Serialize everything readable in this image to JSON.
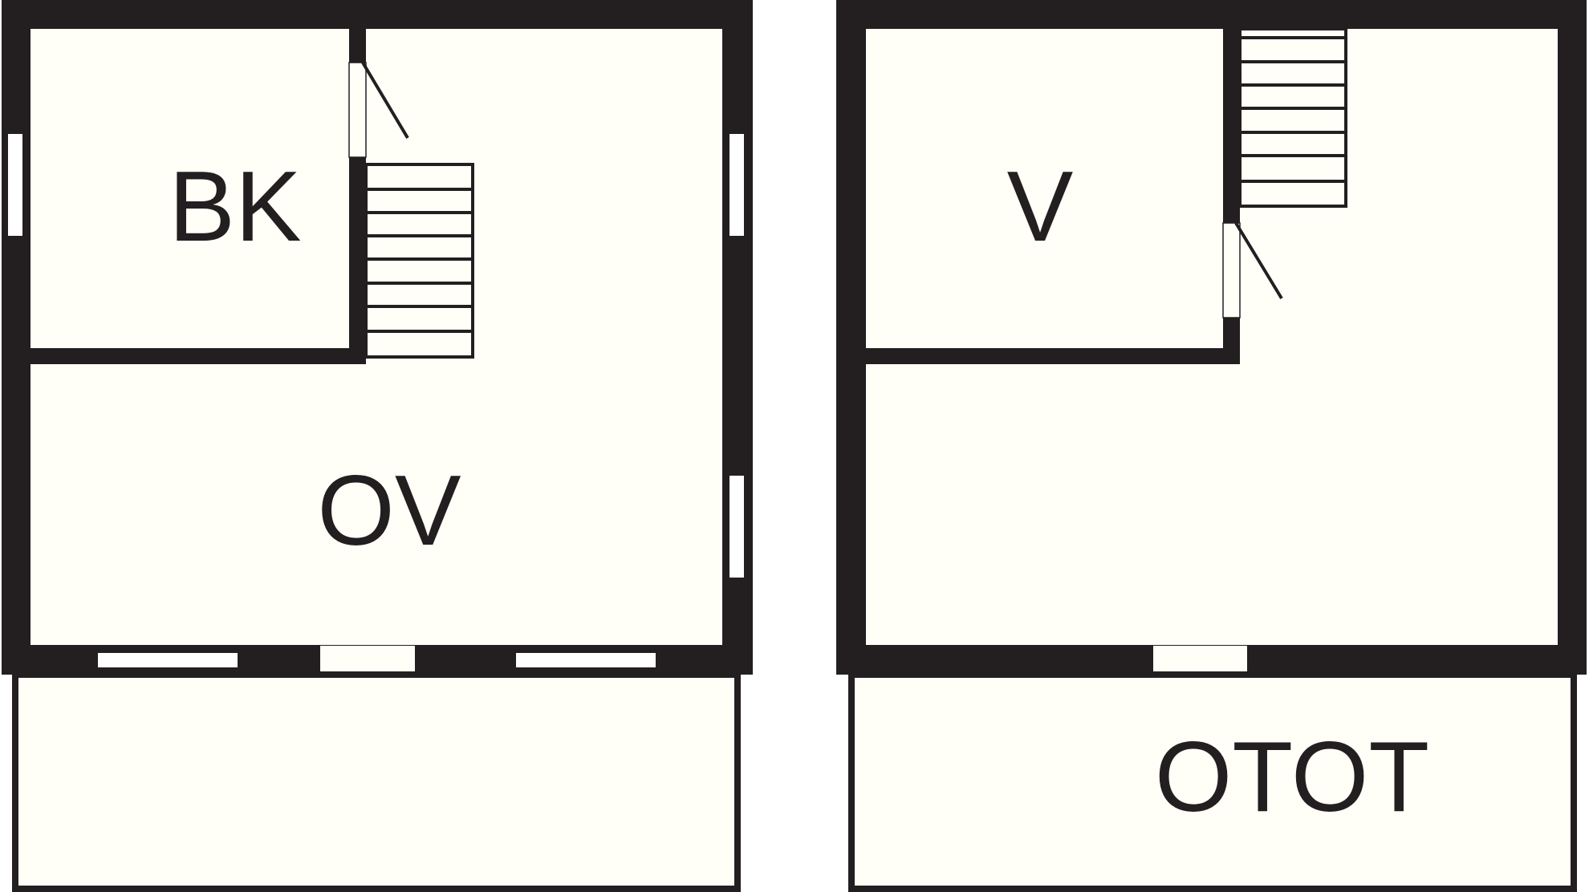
{
  "floor_plans": [
    {
      "rooms": [
        {
          "label": "BK"
        },
        {
          "label": "OV"
        }
      ]
    },
    {
      "rooms": [
        {
          "label": "V"
        },
        {
          "label": "OTOT"
        }
      ]
    }
  ],
  "colors": {
    "wall": "#231f20",
    "floor": "#fffff8",
    "background": "#ffffff"
  }
}
